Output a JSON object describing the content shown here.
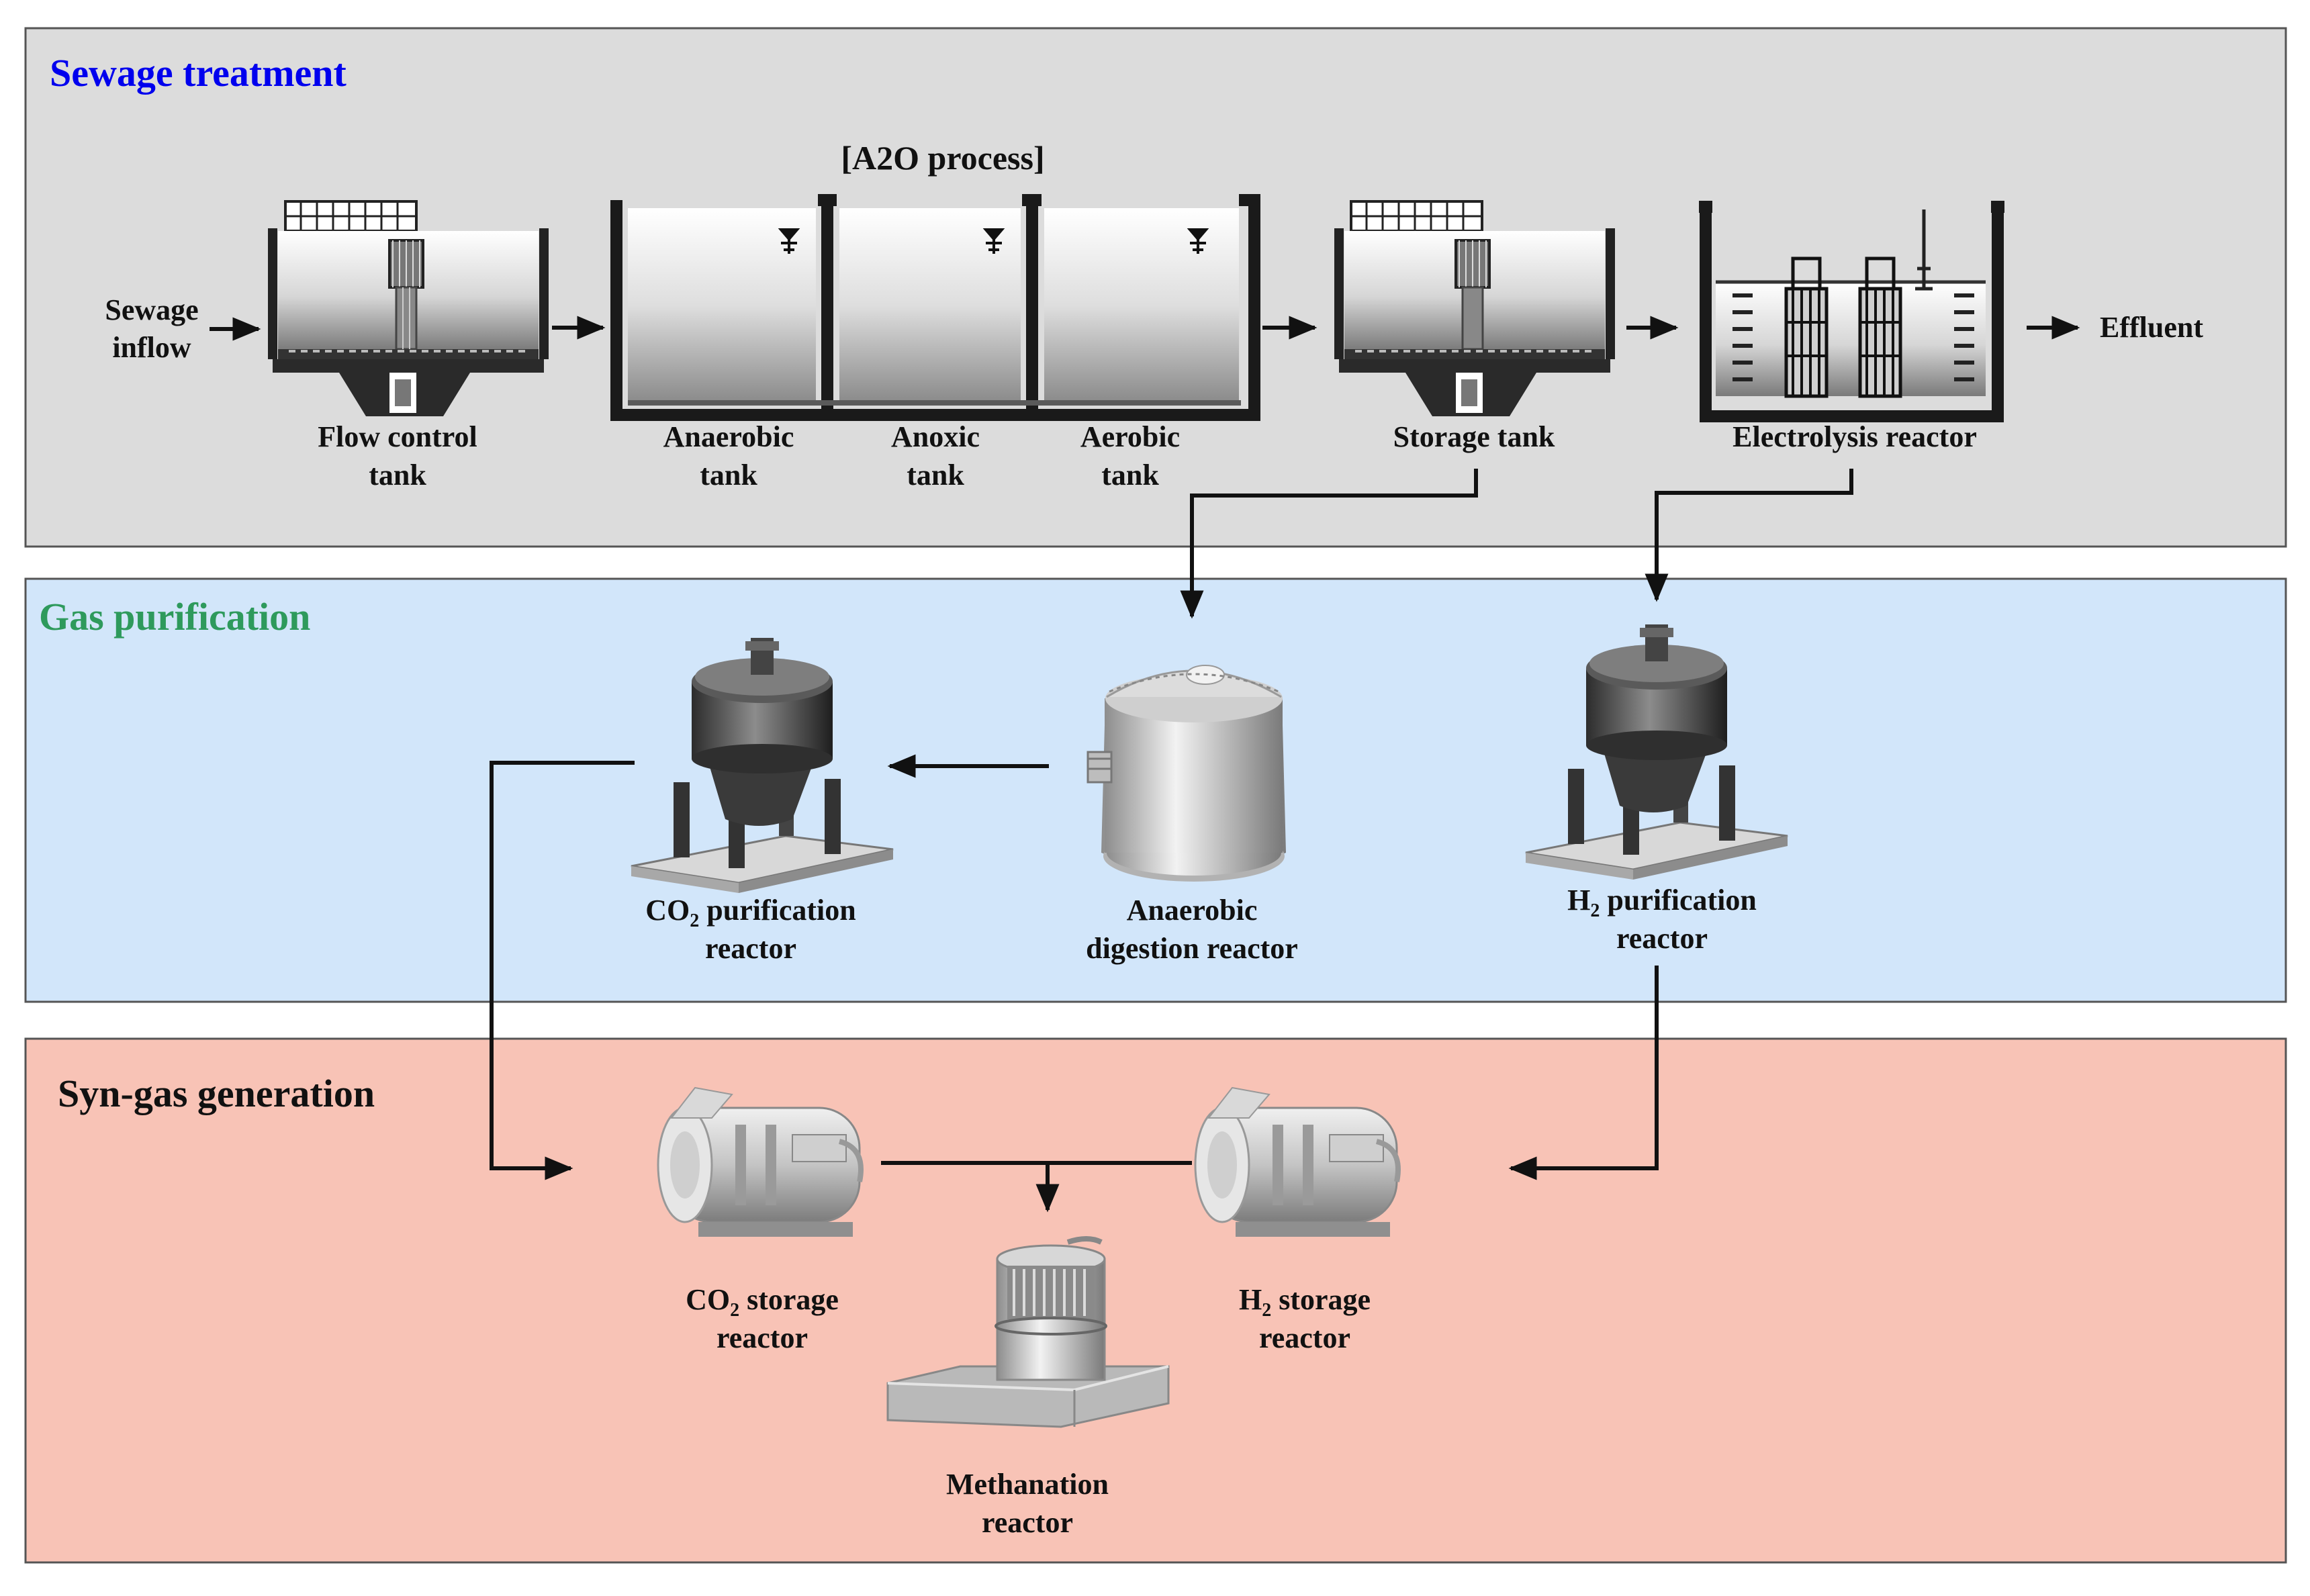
{
  "sections": {
    "sewage": {
      "title": "Sewage treatment",
      "title_color": "#0000ee",
      "fill": "#dcdcdc"
    },
    "gas": {
      "title": "Gas purification",
      "title_color": "#2e9a5c",
      "fill": "#d2e6fa"
    },
    "syngas": {
      "title": "Syn-gas generation",
      "title_color": "#111111",
      "fill": "#f8c3b6"
    }
  },
  "a2o_label": "[A2O process]",
  "labels": {
    "sewage_inflow": [
      "Sewage",
      "inflow"
    ],
    "flow_control_tank": [
      "Flow control",
      "tank"
    ],
    "anaerobic_tank": [
      "Anaerobic",
      "tank"
    ],
    "anoxic_tank": [
      "Anoxic",
      "tank"
    ],
    "aerobic_tank": [
      "Aerobic",
      "tank"
    ],
    "storage_tank": "Storage tank",
    "electrolysis_reactor": "Electrolysis reactor",
    "effluent": "Effluent",
    "co2_purification": {
      "l1_a": "CO",
      "l1_sub": "2",
      "l1_b": " purification",
      "l2": "reactor"
    },
    "anaerobic_digestion": [
      "Anaerobic",
      "digestion reactor"
    ],
    "h2_purification": {
      "l1_a": "H",
      "l1_sub": "2",
      "l1_b": " purification",
      "l2": "reactor"
    },
    "co2_storage": {
      "l1_a": "CO",
      "l1_sub": "2",
      "l1_b": " storage",
      "l2": "reactor"
    },
    "h2_storage": {
      "l1_a": "H",
      "l1_sub": "2",
      "l1_b": " storage",
      "l2": "reactor"
    },
    "methanation": [
      "Methanation",
      "reactor"
    ]
  },
  "icons": [
    "clarifier-tank-icon",
    "a2o-basin-icon",
    "water-level-icon",
    "electrolysis-cell-icon",
    "pressure-vessel-icon",
    "digester-tank-icon",
    "horizontal-storage-tank-icon",
    "methanation-unit-icon",
    "flow-arrow-icon"
  ]
}
